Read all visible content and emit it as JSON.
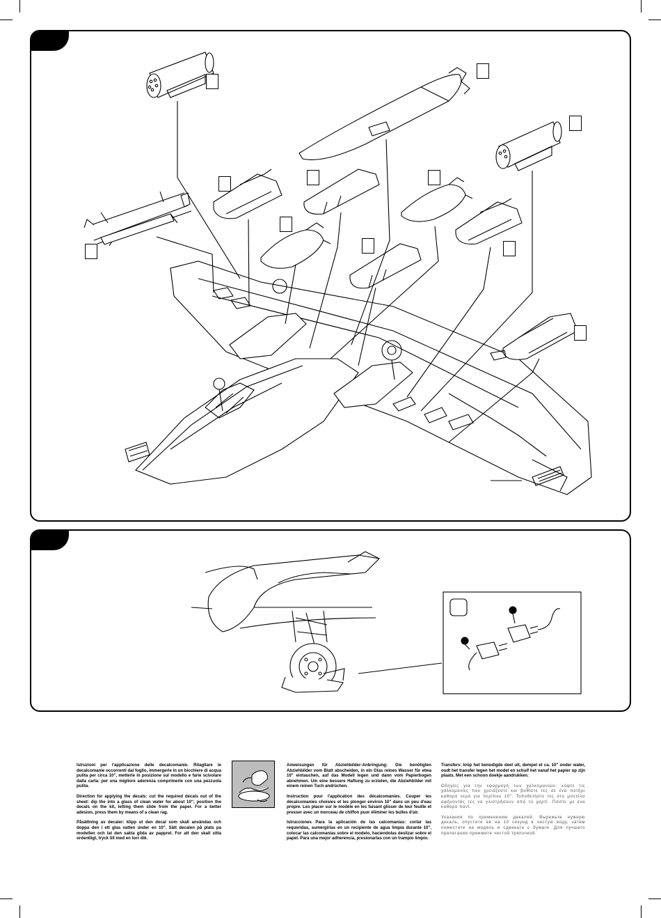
{
  "instructions": {
    "it": "Istruzioni per l'applicazione delle decalcomanie. Ritagliare le decalcomanie occorrenti dal foglio, immergerle in un bicchiere di acqua pulita per circa 10\", metterle in posizione sul modello e farle scivolare dalla carta: per una migliore aderenza comprimerle con una pezzuola pulita.",
    "en": "Direction for applying the decals: cut the required decals out of the sheet: dip the into a glass of clean water for about 10\"; position the decals on the kit, letting them slide from the paper. For a better adesion, press them by means of a clean rag.",
    "sv": "Påsättning av decaler: klipp ut den decal som skall användas och doppa den i ett glas vatten under en 10\". Sätt decalen på plats pa modellen och lat den sakta glida av pappret. For att den skall sitta ordentligt, tryck till med en torr dik.",
    "de": "Anweisungen für Abziehbilder-Anbringung: Die benötigten Abziehbilder vom Blatt abscheiden, in ein Glas reines Wasser für etwa 10\" eintauchen, auf das Modell legen und dann vom Papierbogen abnehmen. Um eine bessere Haftung zu erzielen, die Abziehbilder mit einem reinen Tuch andrüchen.",
    "fr": "Instruction pour l'application des décalcomanies. Couper les décalcomanies choisies et les plonger environ 10\" dans un peu d'eau propre. Les placer sur le modèle en les faisant glisser de leur feuille et presser avec un morceau de chiffon puor éliminer les bulles d'air.",
    "es": "Istrucciones Para la aplicación de las calcomanías: cortar las requeridas, sumergirlas en un recipiente de agua limpia durante 10\", colocar las calcomanías sobre el modelo, haciendolas deslizar sobre el papel. Para una mejor adherencia, presionarlas con un trampio limpio.",
    "nl": "Transfers: knip het benodigde deel uit, dempel et ca. 10\" onder water, oudt het transfer tegen het model en schuif het vanaf het papier op zijn plaats. Met een schoon doekje aandrukken.",
    "gr": "Οδηγίες για την εφαρμογή των χαλκομανιών: κόψτε τις χαλκομανίες που χρειάζεστε και βυθίστε τες σε ένα ποτήρι καθαρό νερό για περίπου 10\". Τοποθετήστε τες στο μοντέλο αφήνοντάς τες να γλιστρήσουν από το χαρτί. Πιέστε με ένα καθαρό πανί.",
    "ru": "Указания по применению декалей: Вырежьте нужную декаль, опустите её на 10 секунд в чистую воду, затем поместите на модель и сдвиньте с бумаги. Для лучшего прилегания прижмите чистой тряпочкой."
  },
  "icons": [
    "decal-water-bowl-icon",
    "instruction-hand-icon"
  ]
}
